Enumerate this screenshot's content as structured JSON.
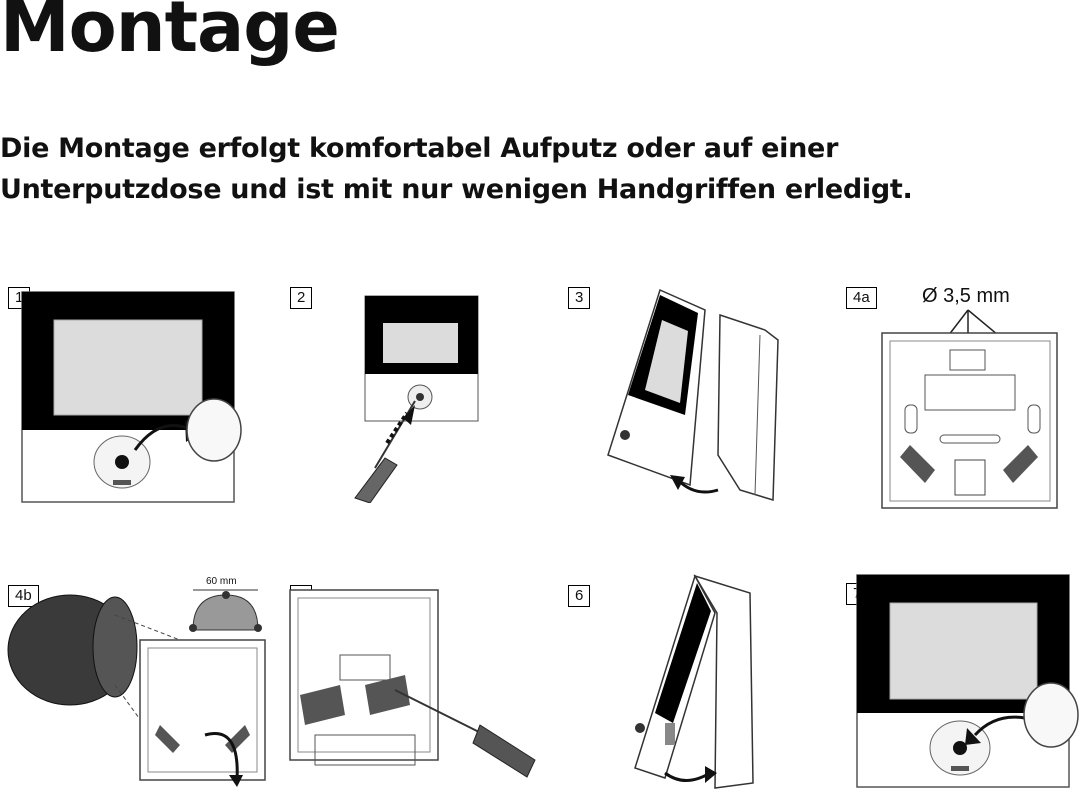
{
  "heading": "Montage",
  "intro_lines": [
    "Die Montage erfolgt komfortabel Aufputz oder auf einer",
    "Unterputzdose und ist mit nur wenigen Handgriffen erledigt."
  ],
  "steps": [
    {
      "label": "1"
    },
    {
      "label": "2"
    },
    {
      "label": "3"
    },
    {
      "label": "4a",
      "annotation": "Ø 3,5 mm"
    },
    {
      "label": "4b",
      "annotation": "60 mm"
    },
    {
      "label": "5"
    },
    {
      "label": "6"
    },
    {
      "label": "7"
    }
  ],
  "colors": {
    "ink": "#111111",
    "screen": "#dcdcdc",
    "frame": "#000000",
    "line": "#444444"
  }
}
